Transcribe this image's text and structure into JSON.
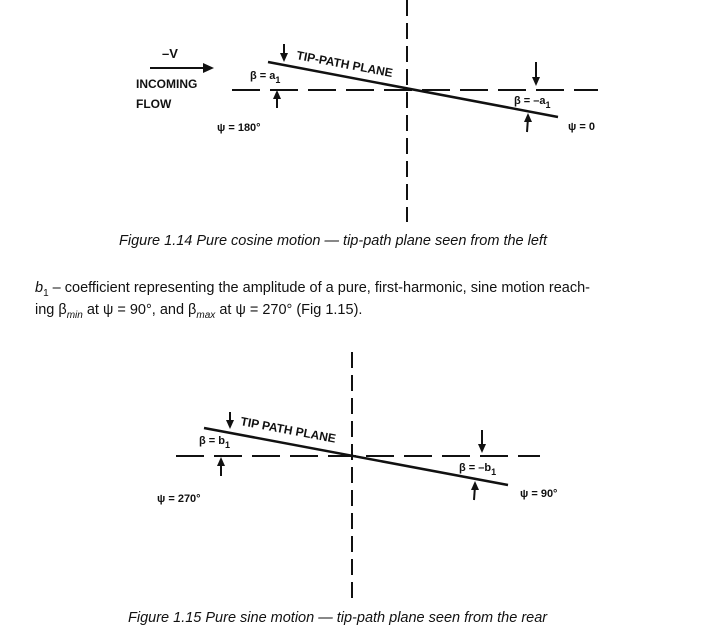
{
  "figure_1_14": {
    "flow_arrow_label": "–V",
    "flow_label_line1": "INCOMING",
    "flow_label_line2": "FLOW",
    "plane_label": "TIP-PATH PLANE",
    "beta_left": "β = a",
    "beta_left_sub": "1",
    "beta_right": "β = –a",
    "beta_right_sub": "1",
    "psi_left": "ψ = 180°",
    "psi_right": "ψ = 0",
    "caption": "Figure 1.14  Pure cosine motion — tip-path plane seen from the left"
  },
  "definition": {
    "symbol": "b",
    "symbol_sub": "1",
    "line1_rest": " – coefficient representing the amplitude of a pure, first-harmonic, sine motion reach-",
    "line2_a": "ing β",
    "line2_min_sub": "min",
    "line2_b": " at ψ = 90°, and β",
    "line2_max_sub": "max",
    "line2_c": " at ψ = 270° (Fig 1.15)."
  },
  "figure_1_15": {
    "plane_label": "TIP PATH PLANE",
    "beta_left": "β = b",
    "beta_left_sub": "1",
    "beta_right": "β = –b",
    "beta_right_sub": "1",
    "psi_left": "ψ = 270°",
    "psi_right": "ψ = 90°",
    "caption": "Figure 1.15  Pure sine motion — tip-path plane seen from the rear"
  }
}
